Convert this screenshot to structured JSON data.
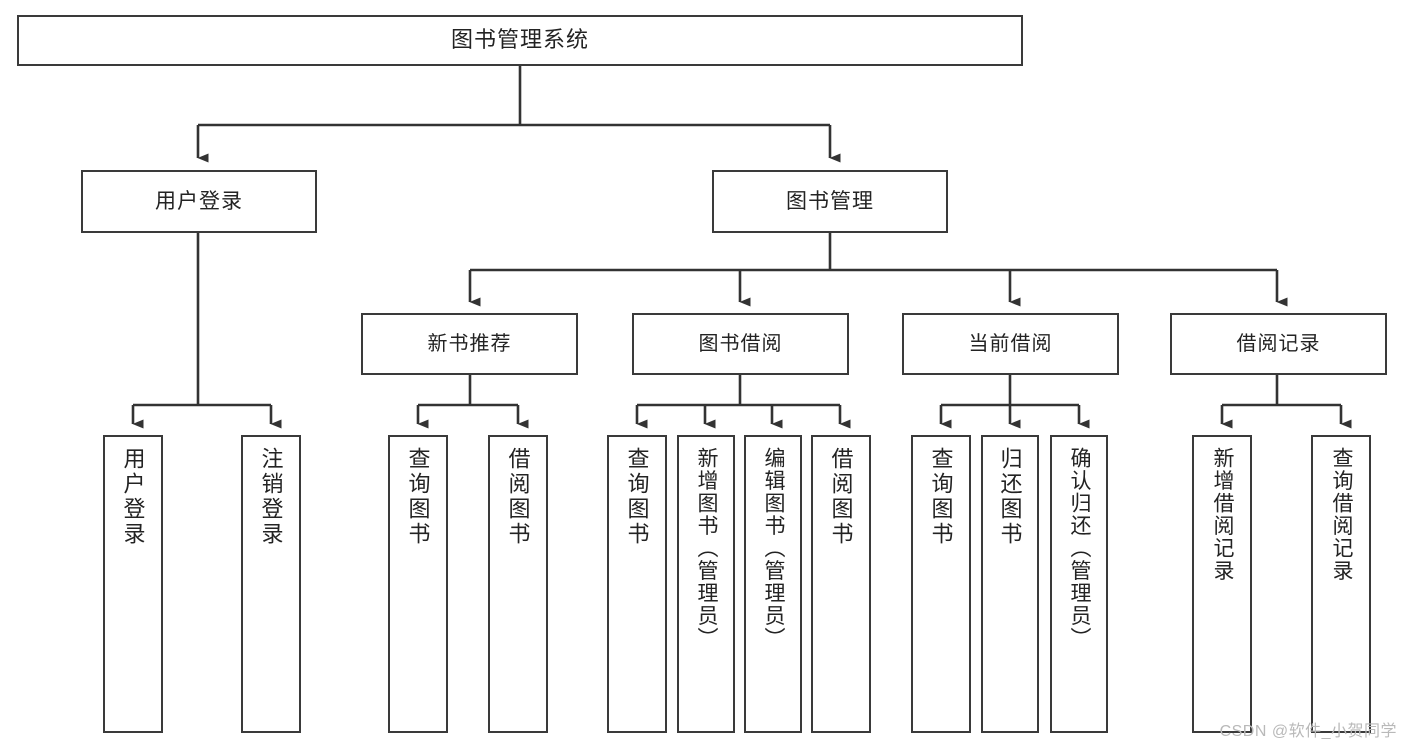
{
  "diagram": {
    "title": "图书管理系统",
    "root": {
      "id": "root",
      "label": "图书管理系统"
    },
    "tier1": [
      {
        "id": "login",
        "label": "用户登录"
      },
      {
        "id": "bookmgmt",
        "label": "图书管理"
      }
    ],
    "tier2": [
      {
        "id": "newbook",
        "label": "新书推荐"
      },
      {
        "id": "borrow",
        "label": "图书借阅"
      },
      {
        "id": "current",
        "label": "当前借阅"
      },
      {
        "id": "records",
        "label": "借阅记录"
      }
    ],
    "leaves": {
      "login": [
        {
          "id": "user-login",
          "label": "用户登录"
        },
        {
          "id": "user-logout",
          "label": "注销登录"
        }
      ],
      "newbook": [
        {
          "id": "query-book-1",
          "label": "查询图书"
        },
        {
          "id": "borrow-book-1",
          "label": "借阅图书"
        }
      ],
      "borrow": [
        {
          "id": "query-book-2",
          "label": "查询图书"
        },
        {
          "id": "add-book",
          "label": "新增图书（管理员）"
        },
        {
          "id": "edit-book",
          "label": "编辑图书（管理员）"
        },
        {
          "id": "borrow-book-2",
          "label": "借阅图书"
        }
      ],
      "current": [
        {
          "id": "query-book-3",
          "label": "查询图书"
        },
        {
          "id": "return-book",
          "label": "归还图书"
        },
        {
          "id": "confirm-return",
          "label": "确认归还（管理员）"
        }
      ],
      "records": [
        {
          "id": "add-record",
          "label": "新增借阅记录"
        },
        {
          "id": "query-record",
          "label": "查询借阅记录"
        }
      ]
    },
    "colors": {
      "border": "#3a3a3a",
      "text": "#232323",
      "background": "#ffffff",
      "connector": "#333333",
      "watermark": "#b9b9b9"
    }
  },
  "watermark": {
    "text": "CSDN @软件_小贺同学"
  }
}
